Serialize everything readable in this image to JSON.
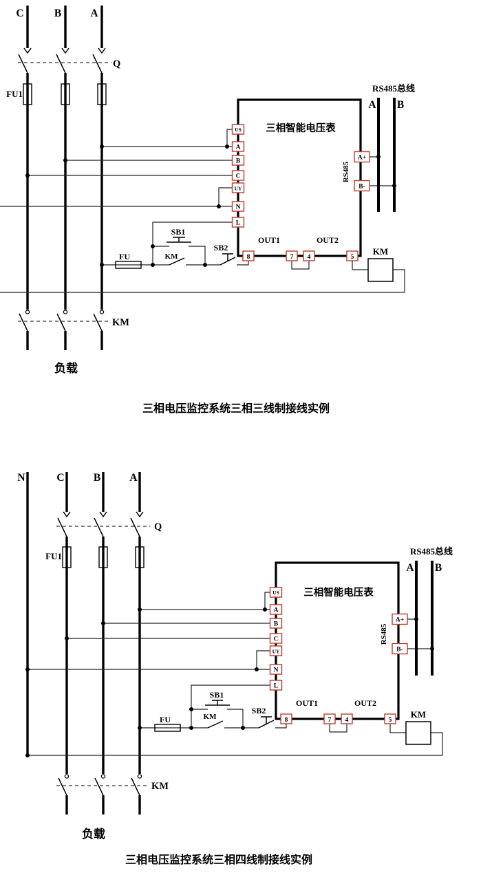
{
  "colors": {
    "terminal_border": "#c0392b",
    "line": "#000000"
  },
  "diagrams": [
    {
      "caption": "三相电压监控系统三相三线制接线实例",
      "phase_labels": [
        "C",
        "B",
        "A"
      ],
      "breaker_label": "Q",
      "line_fuse_label": "FU1",
      "meter_title": "三相智能电压表",
      "left_terminals": [
        "US",
        "A",
        "B",
        "C",
        "UY",
        "N",
        "L"
      ],
      "rs485_vertical_label": "RS485",
      "rs485_bus_label": "RS485总线",
      "bus_wire_labels": [
        "A",
        "B"
      ],
      "right_terminals": [
        "A+",
        "B-"
      ],
      "out_group_labels": [
        "OUT1",
        "OUT2"
      ],
      "out_terminals": [
        "8",
        "7",
        "4",
        "5"
      ],
      "control_fuse_label": "FU",
      "button1_label": "SB1",
      "button2_label": "SB2",
      "km_aux_contact_label": "KM",
      "km_coil_label": "KM",
      "km_main_contacts_label": "KM",
      "load_label": "负载"
    },
    {
      "caption": "三相电压监控系统三相四线制接线实例",
      "phase_labels": [
        "N",
        "C",
        "B",
        "A"
      ],
      "breaker_label": "Q",
      "line_fuse_label": "FU1",
      "meter_title": "三相智能电压表",
      "left_terminals": [
        "US",
        "A",
        "B",
        "C",
        "UY",
        "N",
        "L"
      ],
      "rs485_vertical_label": "RS485",
      "rs485_bus_label": "RS485总线",
      "bus_wire_labels": [
        "A",
        "B"
      ],
      "right_terminals": [
        "A+",
        "B-"
      ],
      "out_group_labels": [
        "OUT1",
        "OUT2"
      ],
      "out_terminals": [
        "8",
        "7",
        "4",
        "5"
      ],
      "control_fuse_label": "FU",
      "button1_label": "SB1",
      "button2_label": "SB2",
      "km_aux_contact_label": "KM",
      "km_coil_label": "KM",
      "km_main_contacts_label": "KM",
      "load_label": "负载"
    }
  ]
}
